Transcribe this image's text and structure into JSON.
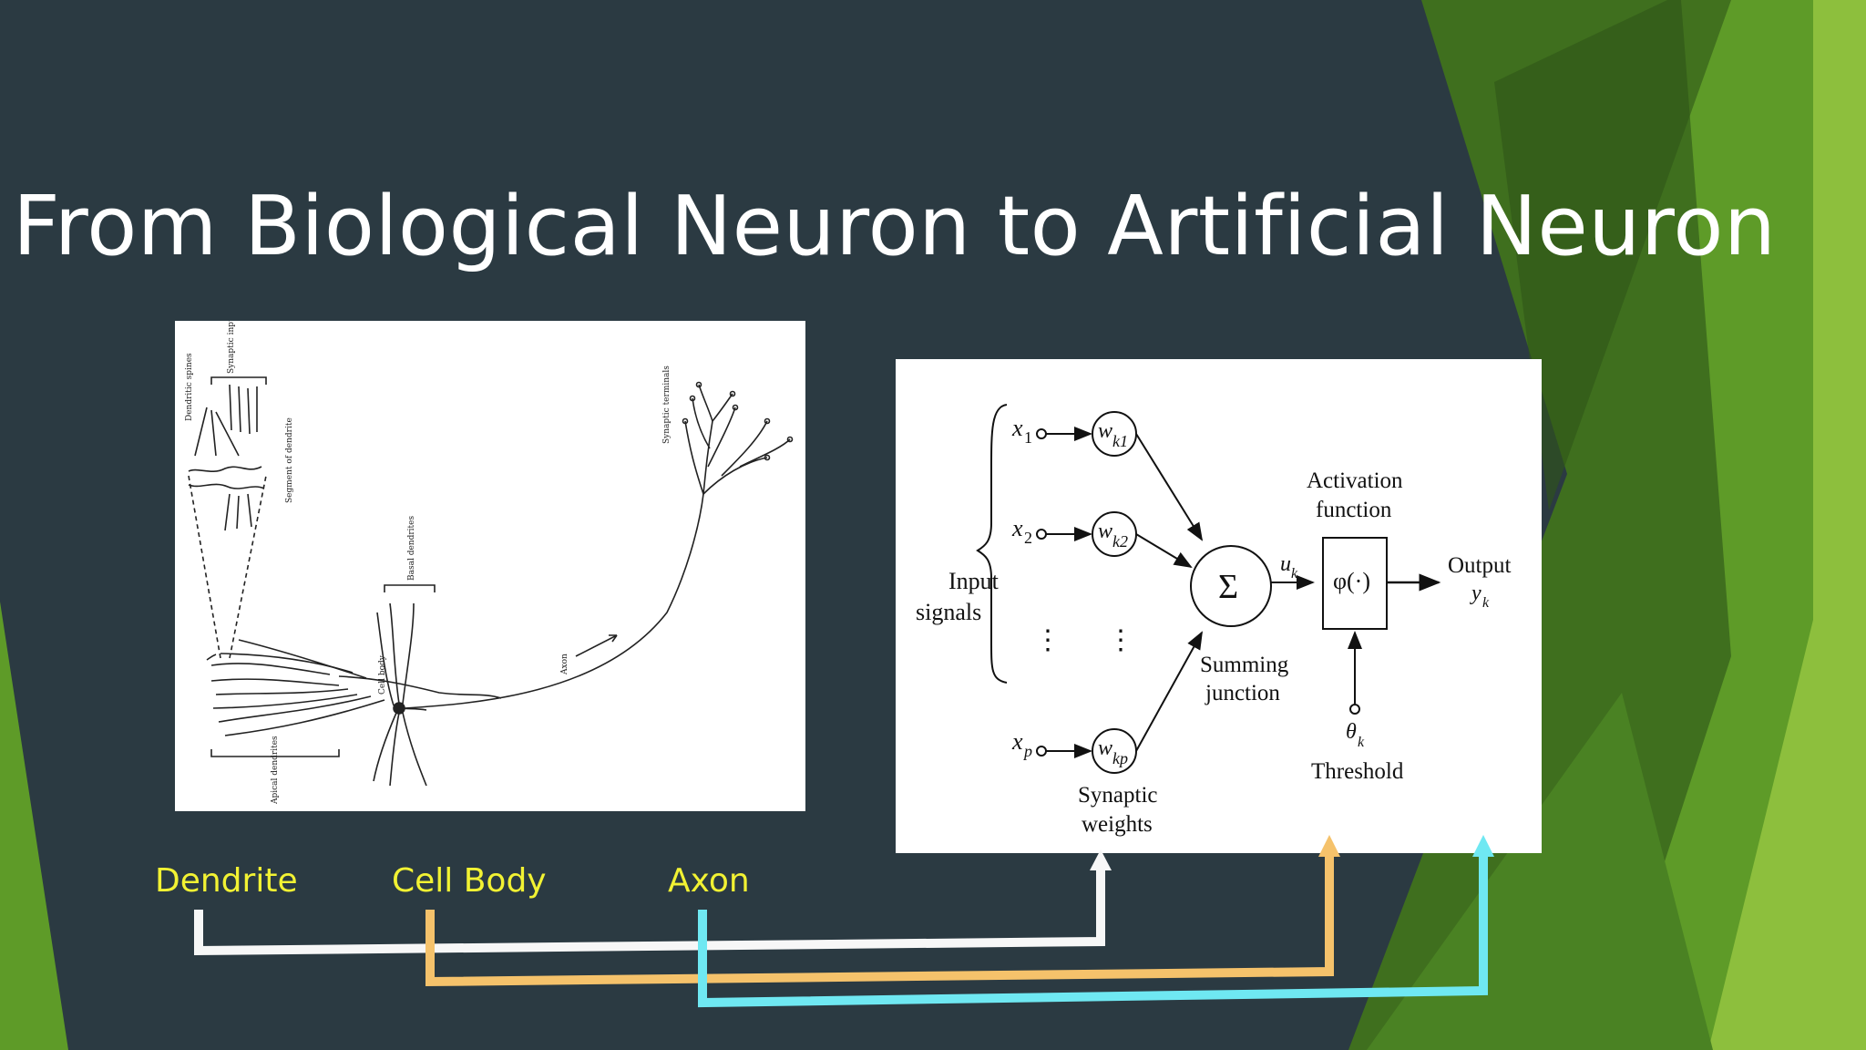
{
  "slide": {
    "title": "From Biological Neuron to Artificial Neuron"
  },
  "colors": {
    "background": "#2b3a42",
    "green_dark": "#3f6f1e",
    "green_mid": "#5e9b28",
    "green_light": "#8dbf3d",
    "label_yellow": "#f2f233",
    "dendrite_link": "#f7f7f7",
    "cellbody_link": "#f5c26b",
    "axon_link": "#6fe8f2"
  },
  "biological_neuron": {
    "labels": {
      "dendritic_spines": "Dendritic spines",
      "synaptic_inputs": "Synaptic inputs",
      "segment_of_dendrite": "Segment of dendrite",
      "basal_dendrites": "Basal dendrites",
      "cell_body": "Cell body",
      "axon": "Axon",
      "synaptic_terminals": "Synaptic terminals",
      "apical_dendrites": "Apical dendrites"
    }
  },
  "artificial_neuron": {
    "input_signals": [
      "Input",
      "signals"
    ],
    "inputs": [
      {
        "x": "x",
        "sub": "1",
        "w": "w",
        "wsub": "k1"
      },
      {
        "x": "x",
        "sub": "2",
        "w": "w",
        "wsub": "k2"
      },
      {
        "x": "x",
        "sub": "p",
        "w": "w",
        "wsub": "kp"
      }
    ],
    "sum_symbol": "Σ",
    "summing_junction": [
      "Summing",
      "junction"
    ],
    "u": "u",
    "u_sub": "k",
    "activation_function": [
      "Activation",
      "function"
    ],
    "phi": "φ(·)",
    "output": "Output",
    "y": "y",
    "y_sub": "k",
    "theta": "θ",
    "theta_sub": "k",
    "threshold": "Threshold",
    "synaptic_weights": [
      "Synaptic",
      "weights"
    ],
    "dots": "⋮"
  },
  "mapping": {
    "dendrite": "Dendrite",
    "cell_body": "Cell Body",
    "axon": "Axon"
  }
}
